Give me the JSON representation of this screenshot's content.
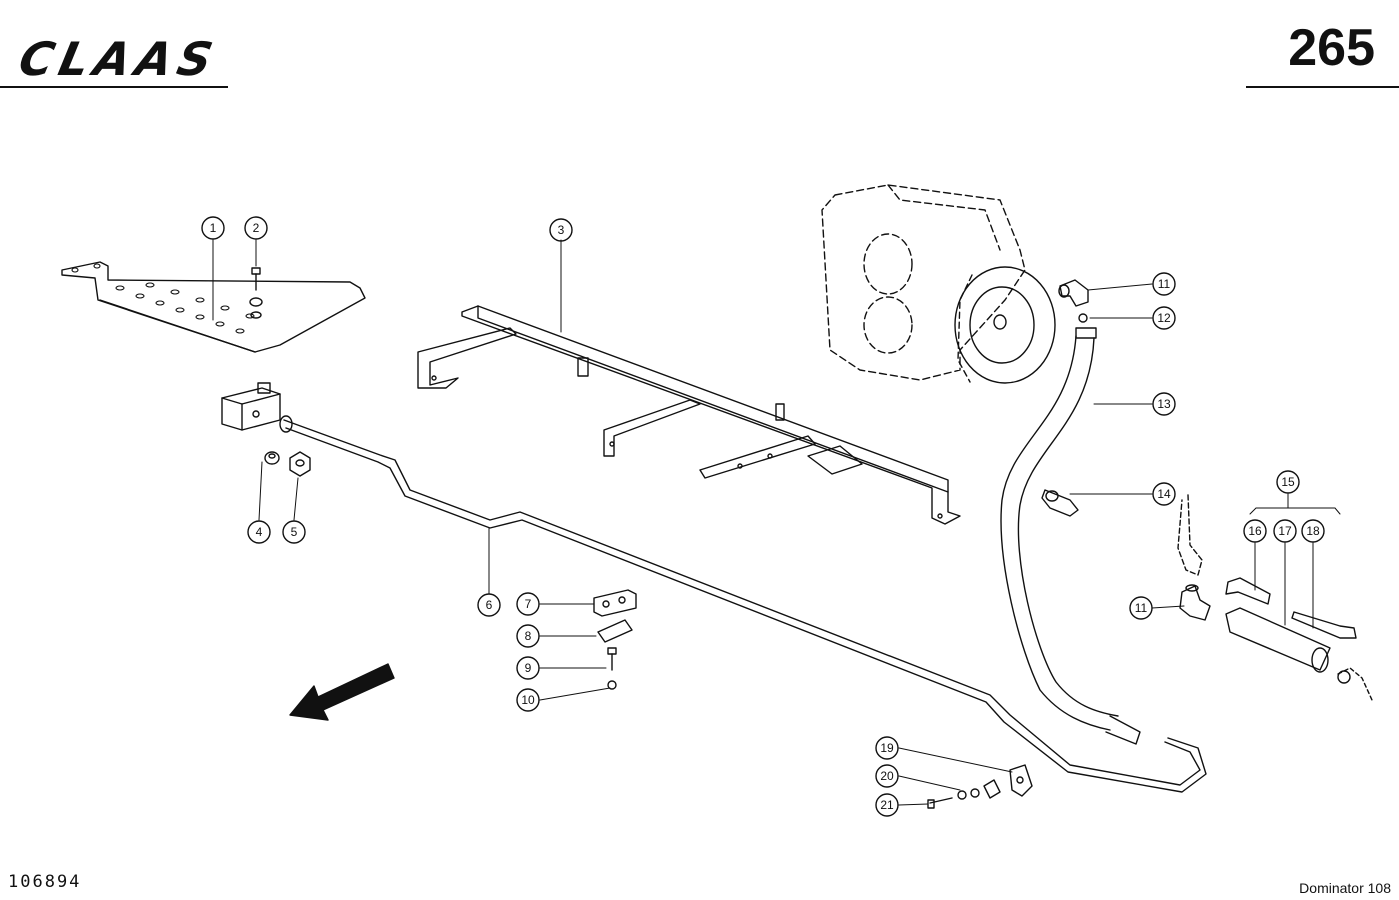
{
  "header": {
    "brand": "CLAAS",
    "page_number": "265"
  },
  "footer": {
    "drawing_number": "106894",
    "model": "Dominator 108"
  },
  "callouts": [
    {
      "id": "c1",
      "label": "1"
    },
    {
      "id": "c2",
      "label": "2"
    },
    {
      "id": "c3",
      "label": "3"
    },
    {
      "id": "c4",
      "label": "4"
    },
    {
      "id": "c5",
      "label": "5"
    },
    {
      "id": "c6",
      "label": "6"
    },
    {
      "id": "c7",
      "label": "7"
    },
    {
      "id": "c8",
      "label": "8"
    },
    {
      "id": "c9",
      "label": "9"
    },
    {
      "id": "c10",
      "label": "10"
    },
    {
      "id": "c11a",
      "label": "11"
    },
    {
      "id": "c11b",
      "label": "11"
    },
    {
      "id": "c12",
      "label": "12"
    },
    {
      "id": "c13",
      "label": "13"
    },
    {
      "id": "c14",
      "label": "14"
    },
    {
      "id": "c15",
      "label": "15"
    },
    {
      "id": "c16",
      "label": "16"
    },
    {
      "id": "c17",
      "label": "17"
    },
    {
      "id": "c18",
      "label": "18"
    },
    {
      "id": "c19",
      "label": "19"
    },
    {
      "id": "c20",
      "label": "20"
    },
    {
      "id": "c21",
      "label": "21"
    }
  ],
  "colors": {
    "ink": "#111111",
    "paper": "#ffffff"
  }
}
